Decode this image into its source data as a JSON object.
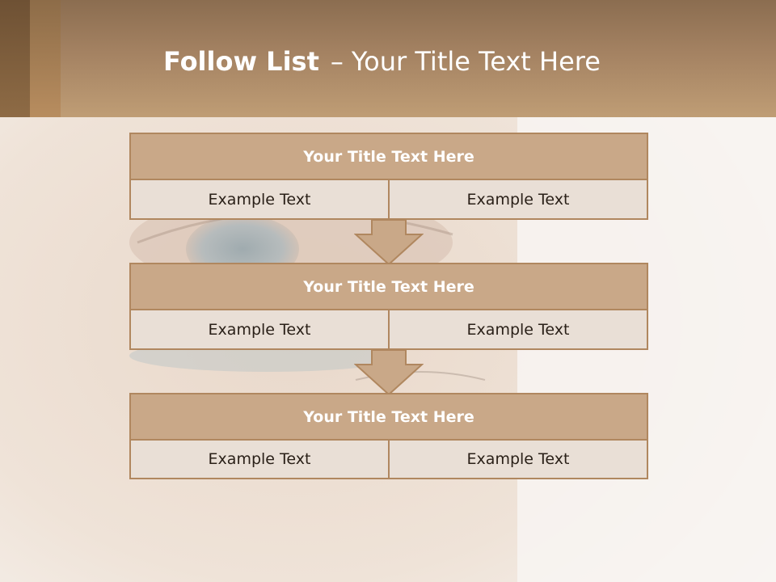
{
  "header": {
    "title_bold": "Follow List",
    "title_separator": "–",
    "title_rest": "Your Title Text Here"
  },
  "blocks": [
    {
      "title": "Your Title Text Here",
      "left": "Example Text",
      "right": "Example Text"
    },
    {
      "title": "Your Title Text Here",
      "left": "Example Text",
      "right": "Example Text"
    },
    {
      "title": "Your Title Text Here",
      "left": "Example Text",
      "right": "Example Text"
    }
  ],
  "colors": {
    "header": "#a48262",
    "block_title_fill": "#c9a888",
    "block_border": "#b0875f",
    "block_cell_fill": "#e9dfd6",
    "arrow_fill": "#c9a888"
  }
}
